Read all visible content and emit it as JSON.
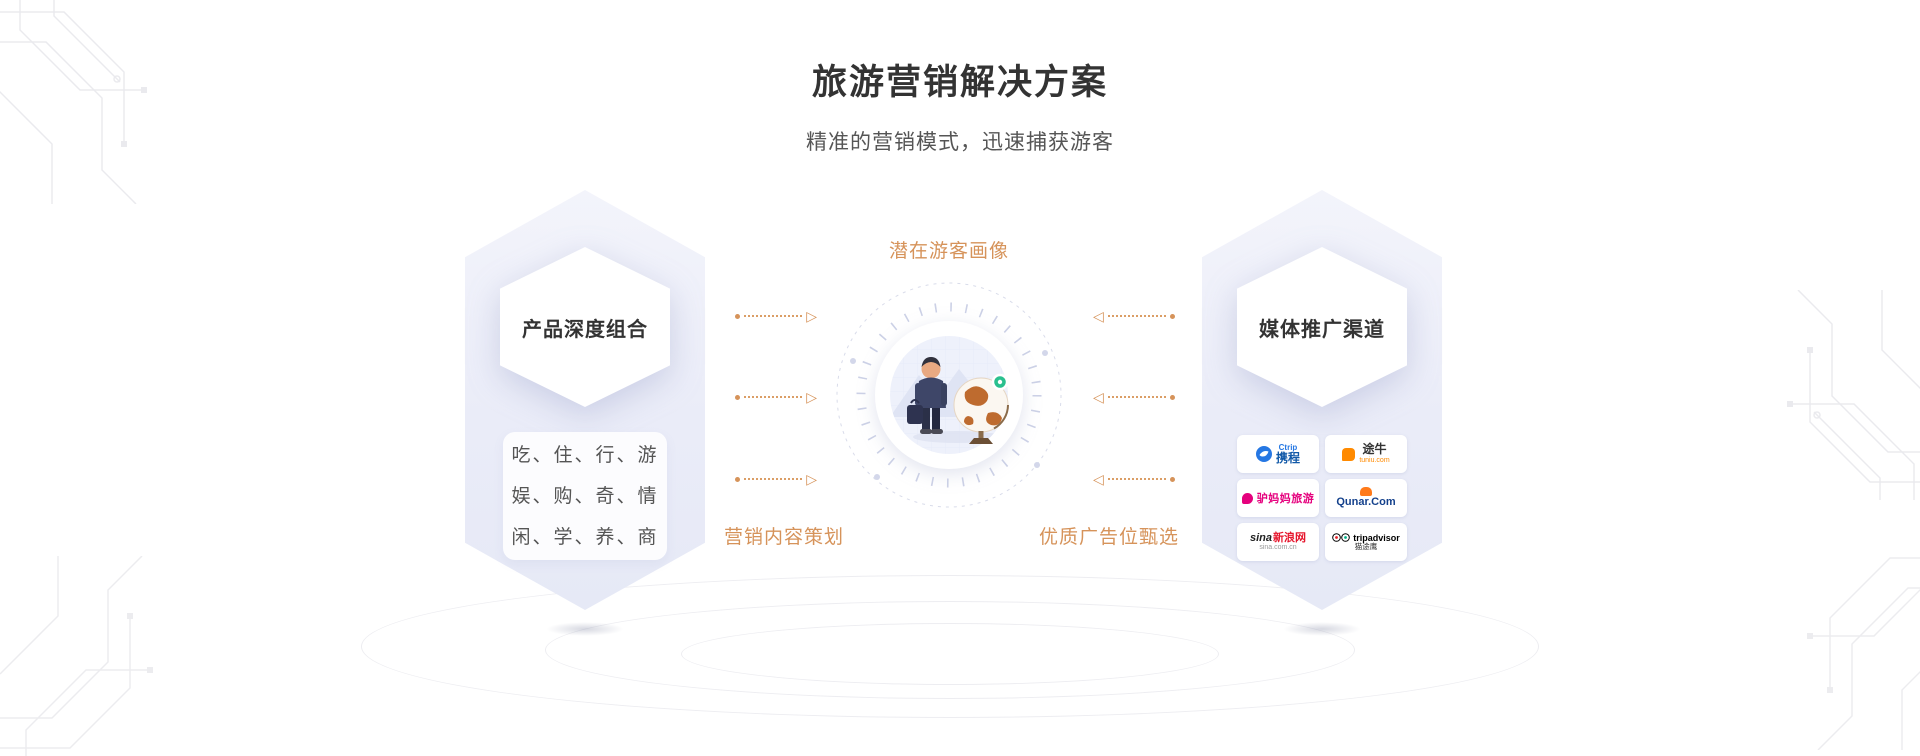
{
  "header": {
    "title": "旅游营销解决方案",
    "subtitle": "精准的营销模式，迅速捕获游客"
  },
  "left_panel": {
    "title": "产品深度组合",
    "lines": [
      "吃、住、行、游",
      "娱、购、奇、情",
      "闲、学、养、商"
    ]
  },
  "right_panel": {
    "title": "媒体推广渠道",
    "logos": [
      {
        "name": "ctrip",
        "brand": "Ctrip",
        "label": "携程",
        "color": "#2577E3"
      },
      {
        "name": "tuniu",
        "label": "途牛",
        "sub": "tuniu.com",
        "color": "#FF8A00"
      },
      {
        "name": "lvmama",
        "label": "驴妈妈旅游",
        "color": "#E5007D"
      },
      {
        "name": "qunar",
        "label": "Qunar.Com",
        "color": "#14418C"
      },
      {
        "name": "sina",
        "brand": "sina",
        "label": "新浪网",
        "sub": "sina.com.cn",
        "color": "#E6162D"
      },
      {
        "name": "tripadvisor",
        "label": "tripadvisor",
        "sub": "猫途鹰",
        "color": "#000000"
      }
    ]
  },
  "diagram": {
    "top_label": "潜在游客画像",
    "bottom_left_label": "营销内容策划",
    "bottom_right_label": "优质广告位甄选"
  },
  "icons": {
    "arrow_right": "▷",
    "arrow_left": "◁"
  },
  "colors": {
    "accent_orange": "#D6935A",
    "hexagon_fill": "#EAEDF7",
    "title_color": "#333333",
    "pin_green": "#29C08F"
  }
}
